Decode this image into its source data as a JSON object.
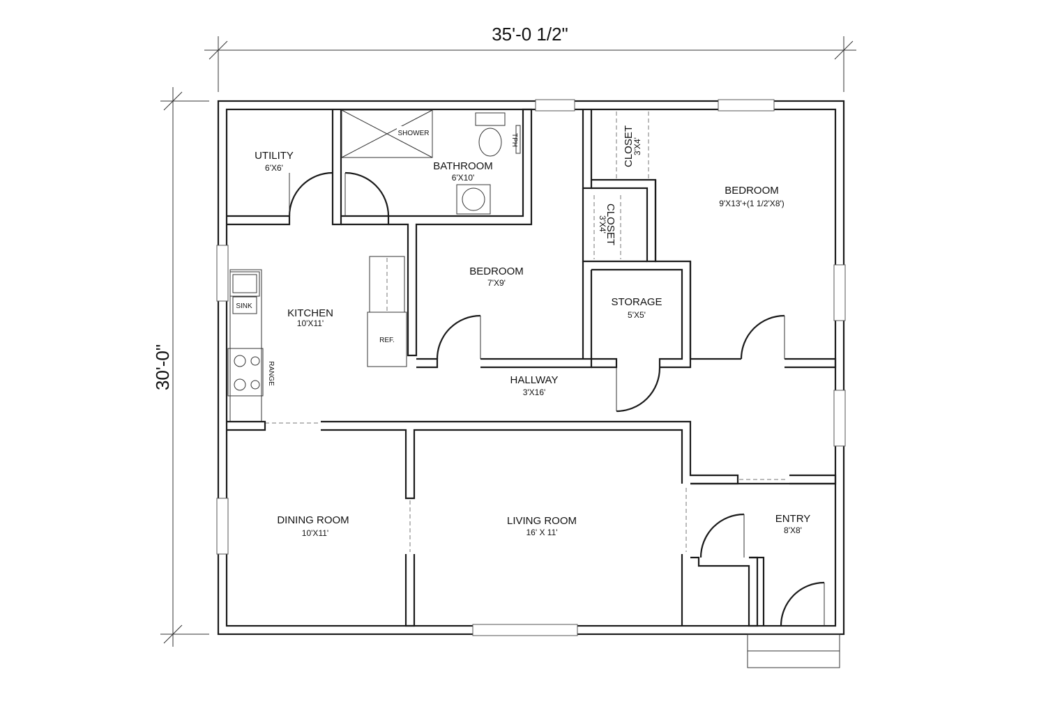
{
  "dimensions": {
    "width_label": "35'-0 1/2\"",
    "height_label": "30'-0\""
  },
  "rooms": {
    "utility": {
      "name": "UTILITY",
      "size": "6'X6'"
    },
    "bathroom": {
      "name": "BATHROOM",
      "size": "6'X10'"
    },
    "shower": "SHOWER",
    "tph": "TPH",
    "closet_a": {
      "name": "CLOSET",
      "size": "3'X4'"
    },
    "closet_b": {
      "name": "CLOSET",
      "size": "3'X4'"
    },
    "bedroom_main": {
      "name": "BEDROOM",
      "size": "9'X13'+(1 1/2'X8')"
    },
    "bedroom_small": {
      "name": "BEDROOM",
      "size": "7'X9'"
    },
    "kitchen": {
      "name": "KITCHEN",
      "size": "10'X11'"
    },
    "sink": "SINK",
    "ref": "REF.",
    "range": "RANGE",
    "storage": {
      "name": "STORAGE",
      "size": "5'X5'"
    },
    "hallway": {
      "name": "HALLWAY",
      "size": "3'X16'"
    },
    "dining": {
      "name": "DINING ROOM",
      "size": "10'X11'"
    },
    "living": {
      "name": "LIVING ROOM",
      "size": "16' X 11'"
    },
    "entry": {
      "name": "ENTRY",
      "size": "8'X8'"
    }
  }
}
